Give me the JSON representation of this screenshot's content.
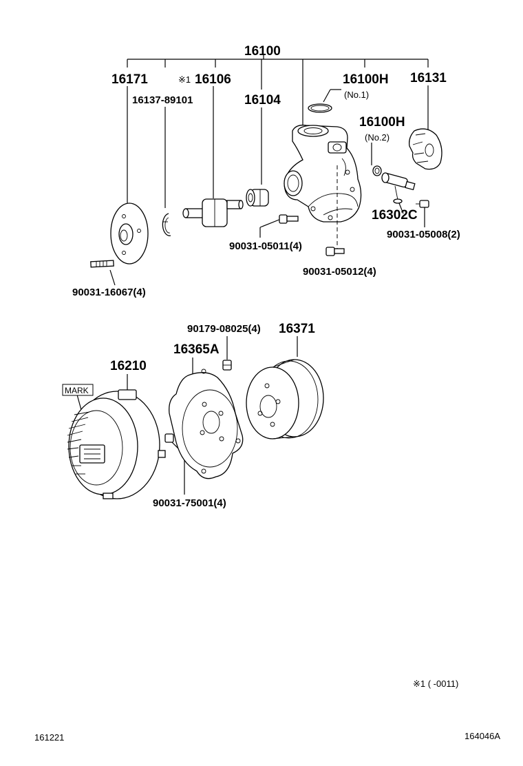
{
  "labels": {
    "assembly": "16100",
    "l16171": "16171",
    "l16106_mark": "※1",
    "l16106": "16106",
    "l16137": "16137-89101",
    "l16104": "16104",
    "l16100H_1": "16100H",
    "no1": "(No.1)",
    "l16131": "16131",
    "l16100H_2": "16100H",
    "no2": "(No.2)",
    "l16302C": "16302C",
    "b05008": "90031-05008(2)",
    "b05011": "90031-05011(4)",
    "b05012": "90031-05012(4)",
    "b16067": "90031-16067(4)",
    "n08025": "90179-08025(4)",
    "l16371": "16371",
    "l16365A": "16365A",
    "l16210": "16210",
    "mark": "MARK",
    "b75001": "90031-75001(4)"
  },
  "footnote": "※1 (      -0011)",
  "footer": {
    "left_code": "161221",
    "right_code": "164046A"
  }
}
